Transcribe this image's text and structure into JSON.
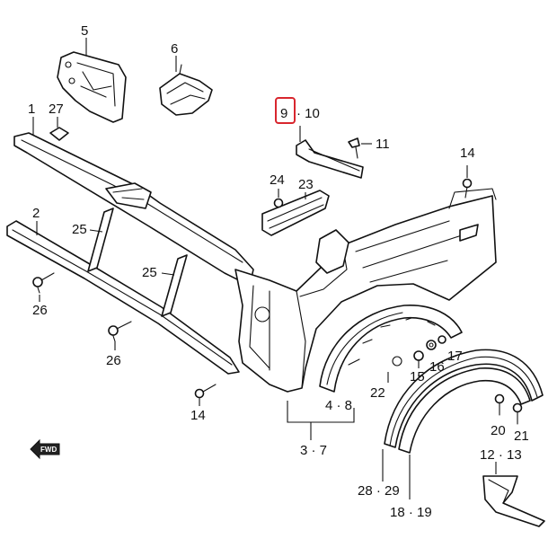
{
  "labels": {
    "l1": "1",
    "l2": "2",
    "l5": "5",
    "l6": "6",
    "l27": "27",
    "l9": "9",
    "l10": "· 10",
    "l11": "11",
    "l14a": "14",
    "l14b": "14",
    "l24": "24",
    "l23": "23",
    "l25a": "25",
    "l25b": "25",
    "l26a": "26",
    "l26b": "26",
    "l15": "15",
    "l16": "16",
    "l17": "17",
    "l22": "22",
    "l48": "4 · 8",
    "l37": "3 · 7",
    "l2029": "28 · 29",
    "l1819": "18 · 19",
    "l20": "20",
    "l21": "21",
    "l1213": "12 · 13"
  },
  "fwd": "FWD",
  "colors": {
    "highlight": "#d8262e",
    "line": "#111111"
  },
  "highlighted_callout": "9"
}
